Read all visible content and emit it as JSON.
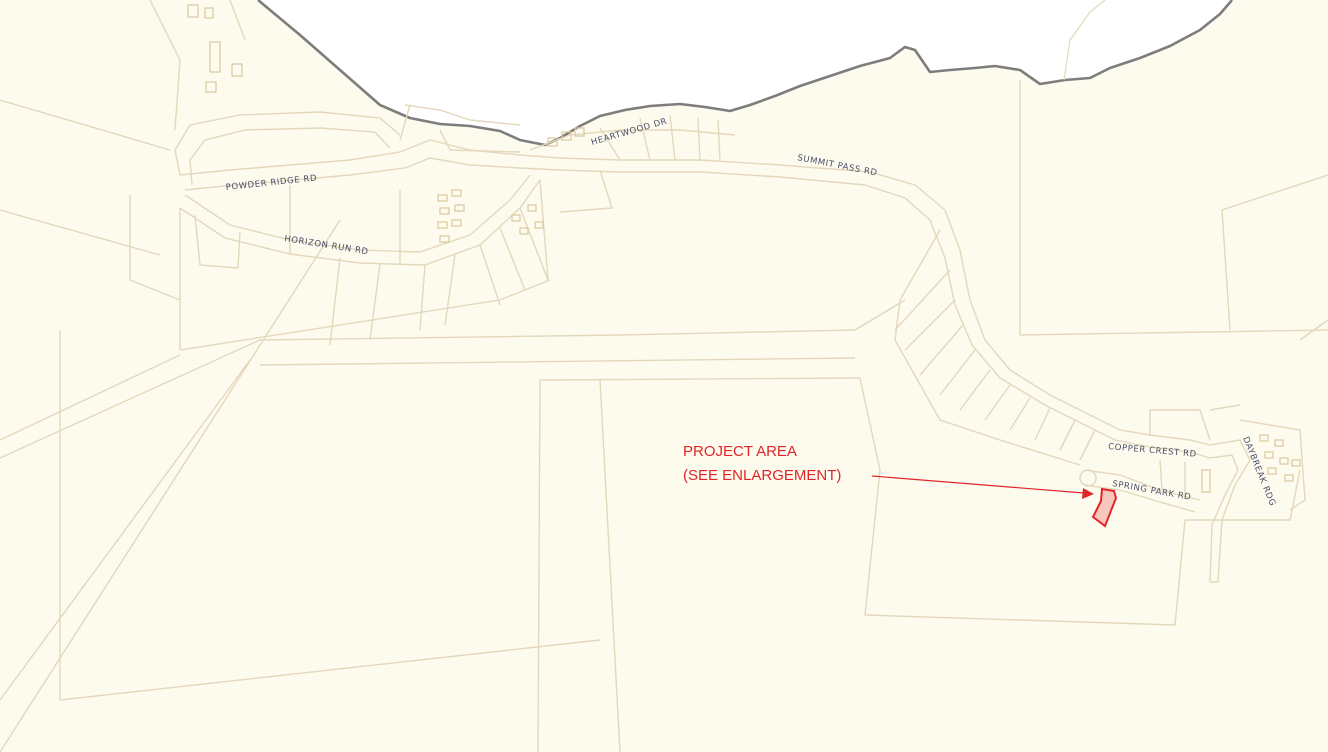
{
  "colors": {
    "land": "#fdfaee",
    "water": "#ffffff",
    "parcel_line": "#e3d8bc",
    "shoreline": "#7d7d7d",
    "road_label": "#4a4f6a",
    "project": "#e0262a",
    "project_fill": "#f7c6bd"
  },
  "roads": {
    "powder_ridge": "POWDER  RIDGE RD",
    "heartwood": "HEARTWOOD DR",
    "summit_pass": "SUMMIT PASS RD",
    "horizon_run": "HORIZON RUN RD",
    "copper_crest": "COPPER CREST RD",
    "spring_park": "SPRING PARK RD",
    "daybreak": "DAYBREAK RDG"
  },
  "callout": {
    "line1": "PROJECT AREA",
    "line2": "(SEE ENLARGEMENT)"
  }
}
